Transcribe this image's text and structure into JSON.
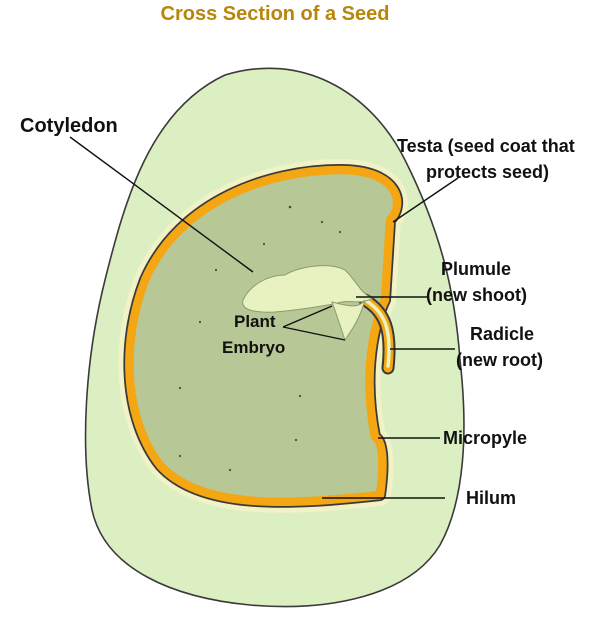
{
  "title": "Cross Section of a Seed",
  "colors": {
    "title": "#b8860b",
    "seed_coat_fill": "#dcefc2",
    "seed_outline": "#3a3a3a",
    "testa_band": "#f4a712",
    "cotyledon_fill": "#b7c796",
    "embryo_fill": "#e8f2c0"
  },
  "labels": {
    "cotyledon": "Cotyledon",
    "testa_line1": "Testa (seed coat that",
    "testa_line2": "protects seed)",
    "plumule_line1": "Plumule",
    "plumule_line2": "(new shoot)",
    "radicle_line1": "Radicle",
    "radicle_line2": "(new root)",
    "embryo_line1": "Plant",
    "embryo_line2": "Embryo",
    "micropyle": "Micropyle",
    "hilum": "Hilum"
  }
}
